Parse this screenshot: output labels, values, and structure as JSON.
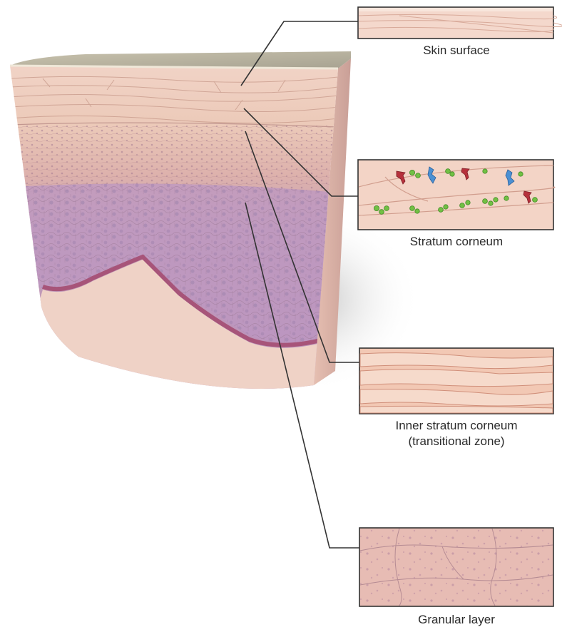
{
  "panels": {
    "skin_surface": {
      "label": "Skin surface"
    },
    "stratum_corneum": {
      "label": "Stratum corneum"
    },
    "inner_stratum_corneum": {
      "line1": "Inner stratum corneum",
      "line2": "(transitional zone)"
    },
    "granular_layer": {
      "label": "Granular layer"
    }
  },
  "colors": {
    "skin_surface": "#cfc9b8",
    "epidermis_pink": "#ecc2b2",
    "granular": "#d6a9a8",
    "spinous_purple": "#b18fb8",
    "basal_border": "#a55a7a",
    "dermis": "#ecccc0",
    "lipid_green": "#6fbe44",
    "protein_blue": "#4a8fd0",
    "protein_red": "#b8323a"
  },
  "icons": [
    "skin-block-illustration",
    "lipid-dot-icon",
    "blue-protein-icon",
    "red-protein-icon"
  ]
}
